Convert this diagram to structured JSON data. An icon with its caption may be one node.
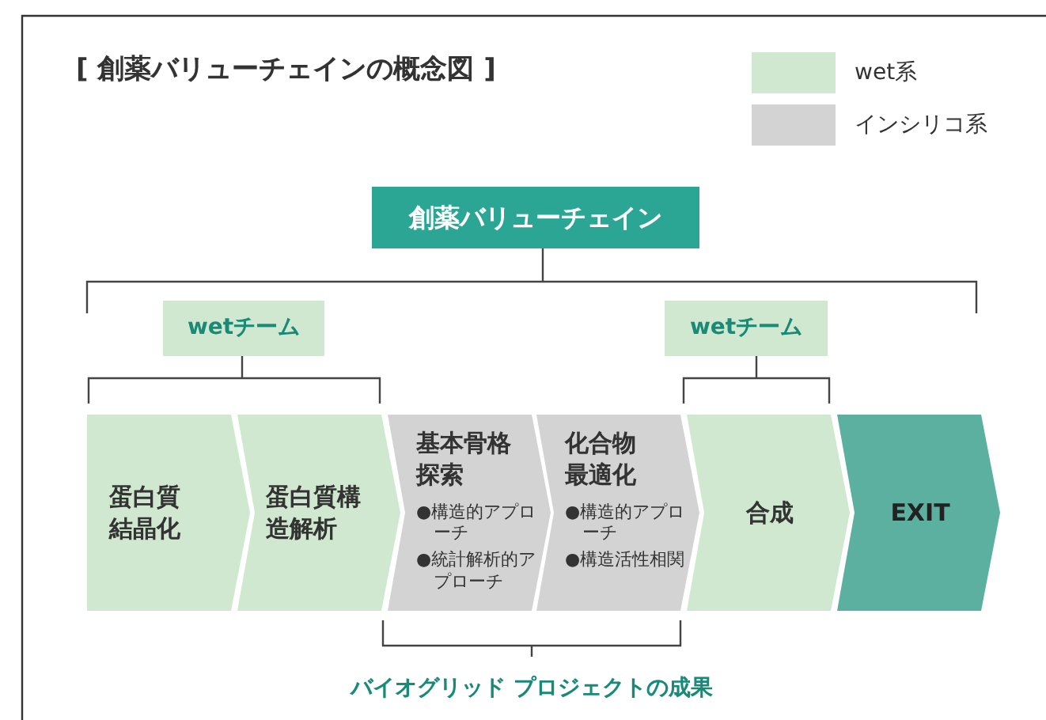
{
  "diagram": {
    "title": "[ 創薬バリューチェインの概念図 ]",
    "nodes": [
      {
        "text": [
          "創薬バリューチェイン"
        ]
      },
      {
        "text": [
          "wetチーム"
        ]
      },
      {
        "text": [
          "wetチーム"
        ]
      },
      {
        "text": [
          "蛋白質結晶化"
        ]
      },
      {
        "text": [
          "蛋白質構造解析"
        ]
      },
      {
        "text": [
          "基本骨格探索",
          "●構造的アプローチ",
          "●統計解析的アプローチ"
        ]
      },
      {
        "text": [
          "化合物最適化",
          "●構造的アプローチ",
          "●構造活性相関"
        ]
      },
      {
        "text": [
          "合成"
        ]
      },
      {
        "text": [
          "EXIT"
        ]
      }
    ],
    "edges": [],
    "labels": [
      "バイオグリッド プロジェクトの成果"
    ],
    "legend": [
      {
        "text": "wet系",
        "color": "#d0e8d0"
      },
      {
        "text": "インシリコ系",
        "color": "#d3d3d3"
      }
    ]
  }
}
